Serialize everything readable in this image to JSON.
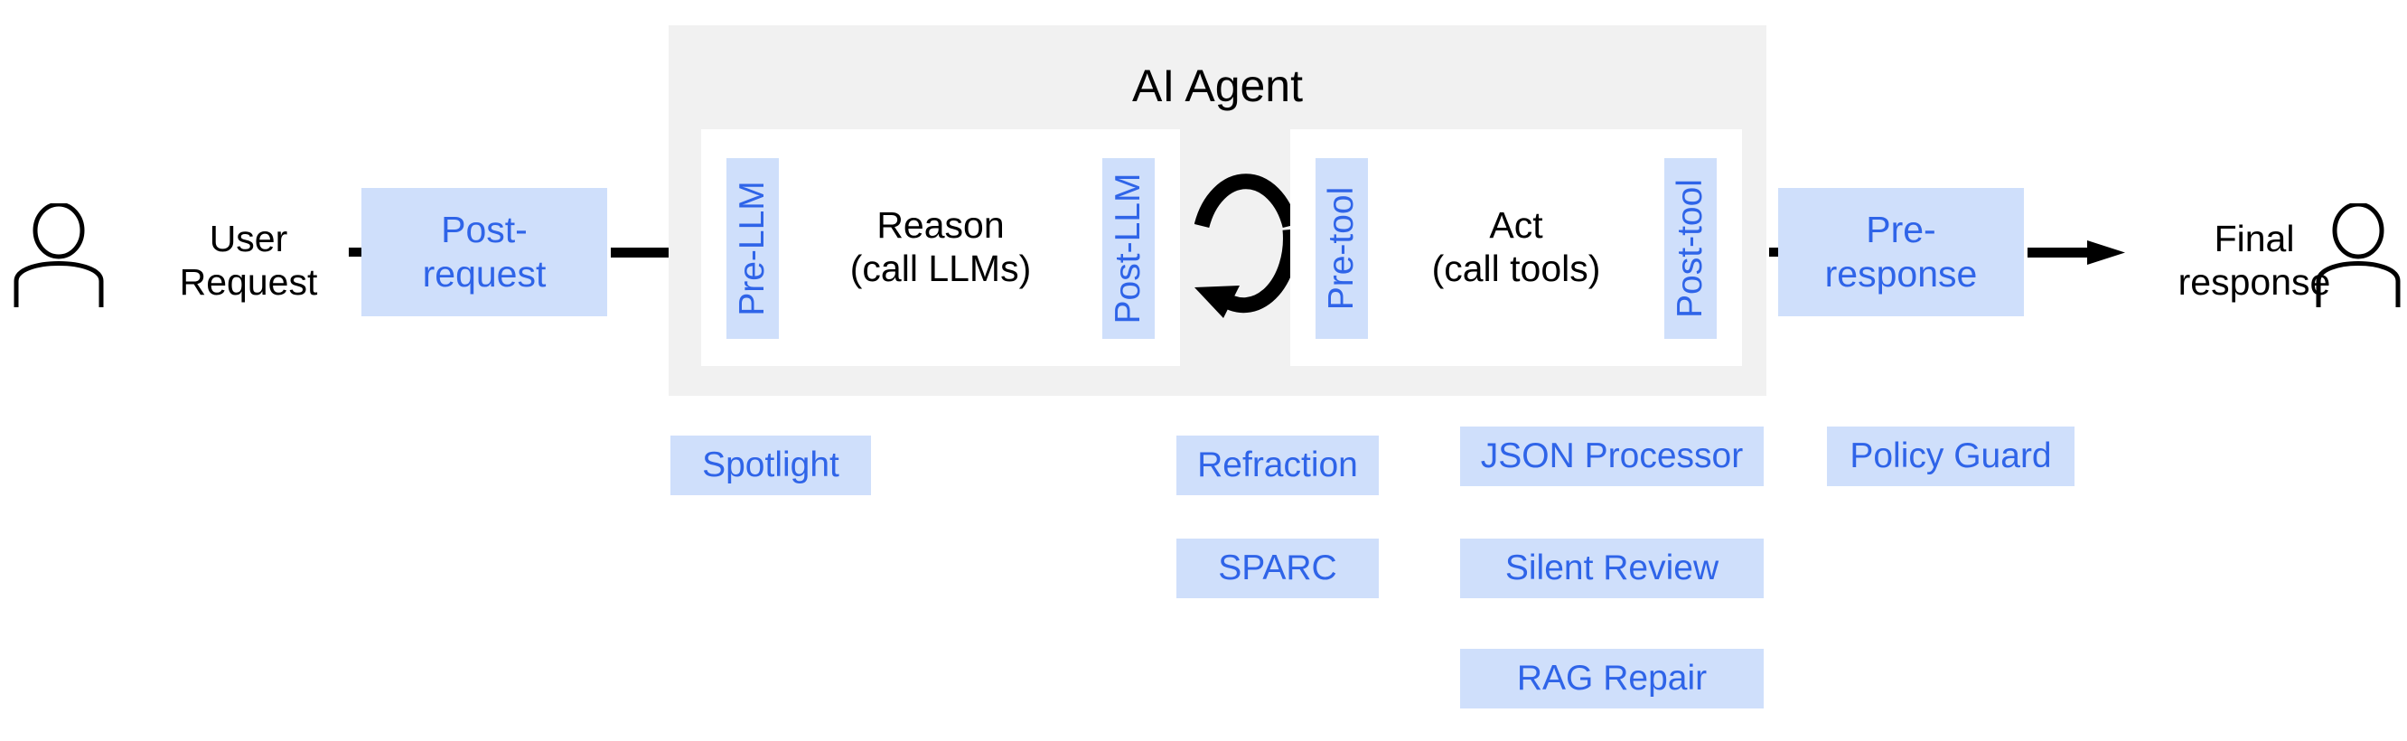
{
  "diagram": {
    "title": "AI Agent pipeline with guardrail hook points",
    "colors": {
      "box_fill": "#cfdffb",
      "box_text": "#2f64e8",
      "panel_fill": "#f1f1f1",
      "inner_fill": "#ffffff",
      "arrow": "#000000",
      "label_text": "#000000"
    }
  },
  "actors": {
    "left": {
      "name": "user-actor-left"
    },
    "right": {
      "name": "user-actor-right"
    }
  },
  "flow": {
    "user_request_label": "User\nRequest",
    "final_response_label": "Final\nresponse",
    "post_request": "Post-\nrequest",
    "pre_response": "Pre-\nresponse"
  },
  "agent": {
    "title": "AI Agent",
    "reason": {
      "pre_hook": "Pre-LLM",
      "label": "Reason\n(call LLMs)",
      "post_hook": "Post-LLM"
    },
    "act": {
      "pre_hook": "Pre-tool",
      "label": "Act\n(call tools)",
      "post_hook": "Post-tool"
    },
    "loop_icon": "cycle-arrow-icon"
  },
  "guardrails": [
    {
      "name": "spotlight",
      "label": "Spotlight",
      "row": 1,
      "column": "post-request"
    },
    {
      "name": "refraction",
      "label": "Refraction",
      "row": 1,
      "column": "post-llm"
    },
    {
      "name": "json-processor",
      "label": "JSON Processor",
      "row": 1,
      "column": "act"
    },
    {
      "name": "policy-guard",
      "label": "Policy Guard",
      "row": 1,
      "column": "pre-response"
    },
    {
      "name": "sparc",
      "label": "SPARC",
      "row": 2,
      "column": "post-llm"
    },
    {
      "name": "silent-review",
      "label": "Silent Review",
      "row": 2,
      "column": "act"
    },
    {
      "name": "rag-repair",
      "label": "RAG Repair",
      "row": 3,
      "column": "act"
    }
  ]
}
